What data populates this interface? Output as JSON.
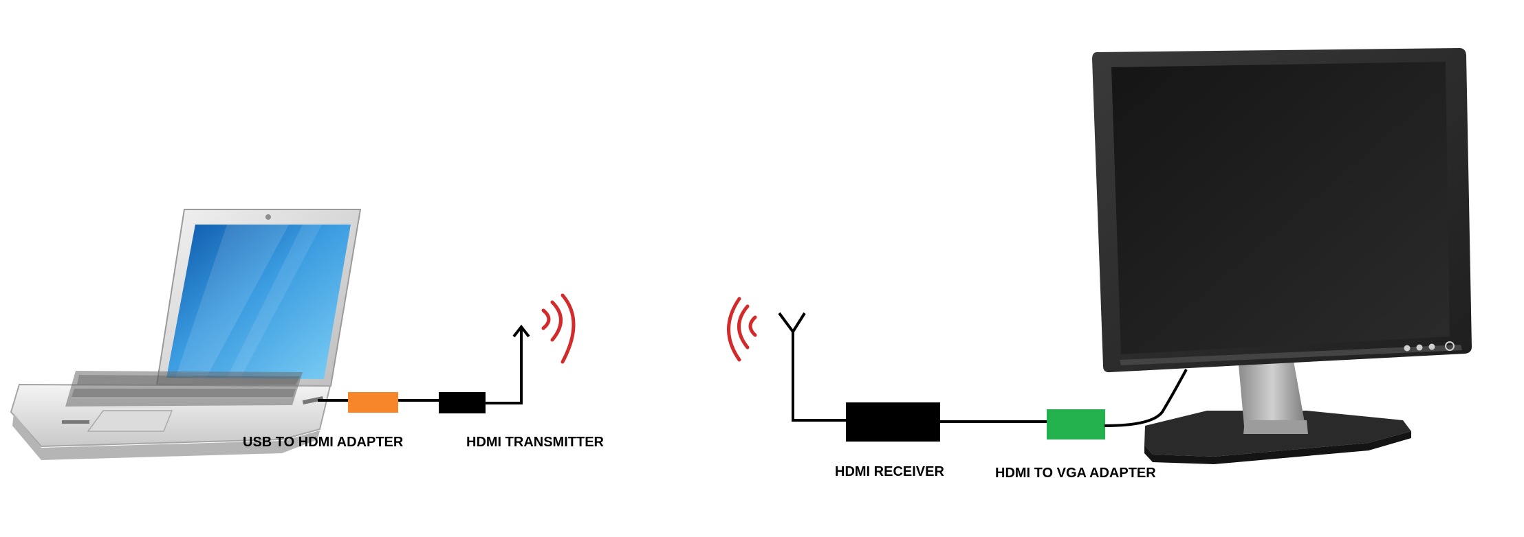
{
  "labels": {
    "usb_to_hdmi": "USB TO HDMI ADAPTER",
    "hdmi_transmitter": "HDMI TRANSMITTER",
    "hdmi_receiver": "HDMI RECEIVER",
    "hdmi_to_vga": "HDMI TO VGA ADAPTER"
  },
  "components": [
    {
      "id": "laptop",
      "kind": "laptop-icon"
    },
    {
      "id": "usb-to-hdmi-adapter",
      "color": "#F7862A"
    },
    {
      "id": "hdmi-transmitter",
      "color": "#000000"
    },
    {
      "id": "transmitter-signal",
      "kind": "wifi-waves-icon",
      "color": "#D32B2B"
    },
    {
      "id": "receiver-signal",
      "kind": "wifi-waves-icon",
      "color": "#D32B2B"
    },
    {
      "id": "receiver-antenna",
      "kind": "antenna-icon"
    },
    {
      "id": "hdmi-receiver",
      "color": "#000000"
    },
    {
      "id": "hdmi-to-vga-adapter",
      "color": "#22B14C"
    },
    {
      "id": "monitor",
      "kind": "monitor-icon"
    }
  ],
  "colors": {
    "cable": "#000000",
    "signal": "#D32B2B",
    "usb_adapter": "#F7862A",
    "vga_adapter": "#22B14C"
  }
}
